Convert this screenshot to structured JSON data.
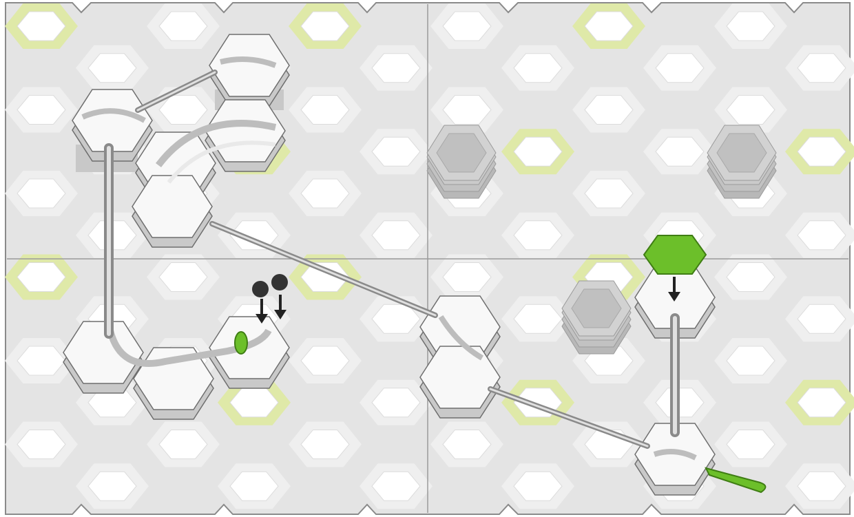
{
  "board": {
    "base_plates": 4,
    "colors": {
      "board_bg": "#e4e4e4",
      "hex_cell": "#efefef",
      "hex_hole": "#ffffff",
      "hex_highlight": "#dfe9a8",
      "border": "#8a8a8a",
      "tile_top": "#f8f8f8",
      "tile_side": "#c9c9c9",
      "tile_edge": "#6e6e6e",
      "stack_gray": "#c4c4c4",
      "rail": "#a0a0a0",
      "accent_green": "#6cbf2a",
      "marble": "#333333",
      "arrow": "#222222"
    }
  },
  "pieces": {
    "height_stacks": 3,
    "launcher": {
      "color": "green"
    },
    "landing_catcher": {
      "color": "green"
    },
    "marbles": 2,
    "arrows": 3,
    "rails": 6
  }
}
